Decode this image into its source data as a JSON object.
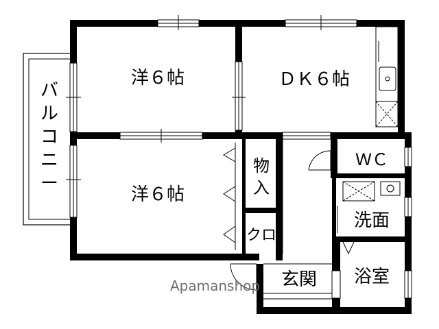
{
  "rooms": {
    "western_room_top": "洋６帖",
    "dk": "ＤＫ６帖",
    "western_room_bottom": "洋６帖",
    "wc": "ＷＣ",
    "washroom": "洗面",
    "bath": "浴室",
    "entrance": "玄関",
    "storage": [
      "物",
      "入"
    ],
    "closet": "クロ",
    "balcony": [
      "バ",
      "ル",
      "コ",
      "ニ",
      "ー"
    ]
  },
  "watermark": "Apamanshop"
}
